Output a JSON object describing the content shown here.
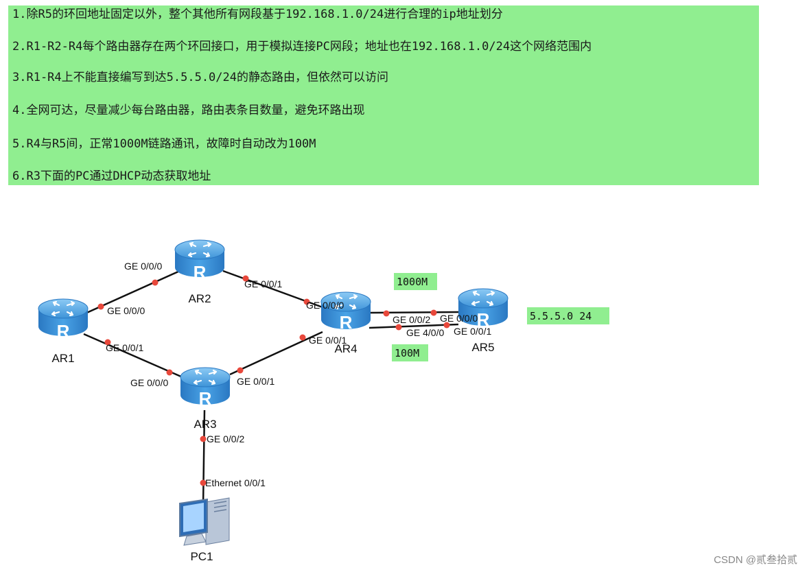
{
  "requirements": [
    "1.除R5的环回地址固定以外，整个其他所有网段基于192.168.1.0/24进行合理的ip地址划分",
    "2.R1-R2-R4每个路由器存在两个环回接口，用于模拟连接PC网段；地址也在192.168.1.0/24这个网络范围内",
    "3.R1-R4上不能直接编写到达5.5.5.0/24的静态路由，但依然可以访问",
    "4.全网可达，尽量减少每台路由器，路由表条目数量，避免环路出现",
    "5.R4与R5间，正常1000M链路通讯，故障时自动改为100M",
    "6.R3下面的PC通过DHCP动态获取地址"
  ],
  "devices": {
    "ar1": "AR1",
    "ar2": "AR2",
    "ar3": "AR3",
    "ar4": "AR4",
    "ar5": "AR5",
    "pc1": "PC1"
  },
  "router_glyph": "R",
  "ports": {
    "ar1_g000": "GE 0/0/0",
    "ar1_g001": "GE 0/0/1",
    "ar2_g000": "GE 0/0/0",
    "ar2_g001": "GE 0/0/1",
    "ar3_g000": "GE 0/0/0",
    "ar3_g001": "GE 0/0/1",
    "ar3_g002": "GE 0/0/2",
    "ar4_g000": "GE 0/0/0",
    "ar4_g001": "GE 0/0/1",
    "ar4_g002": "GE 0/0/2",
    "ar4_g400": "GE 4/0/0",
    "ar5_g000": "GE 0/0/0",
    "ar5_g001": "GE 0/0/1",
    "pc1_eth": "Ethernet 0/0/1"
  },
  "notes": {
    "link_1000": "1000M",
    "link_100": "100M",
    "ar5_network": "5.5.5.0 24"
  },
  "watermark": "CSDN @贰叁拾贰",
  "colors": {
    "note_bg": "#90ee90",
    "router_blue": "#3b8fd6",
    "port_dot": "#e8483b",
    "link": "#111111"
  }
}
